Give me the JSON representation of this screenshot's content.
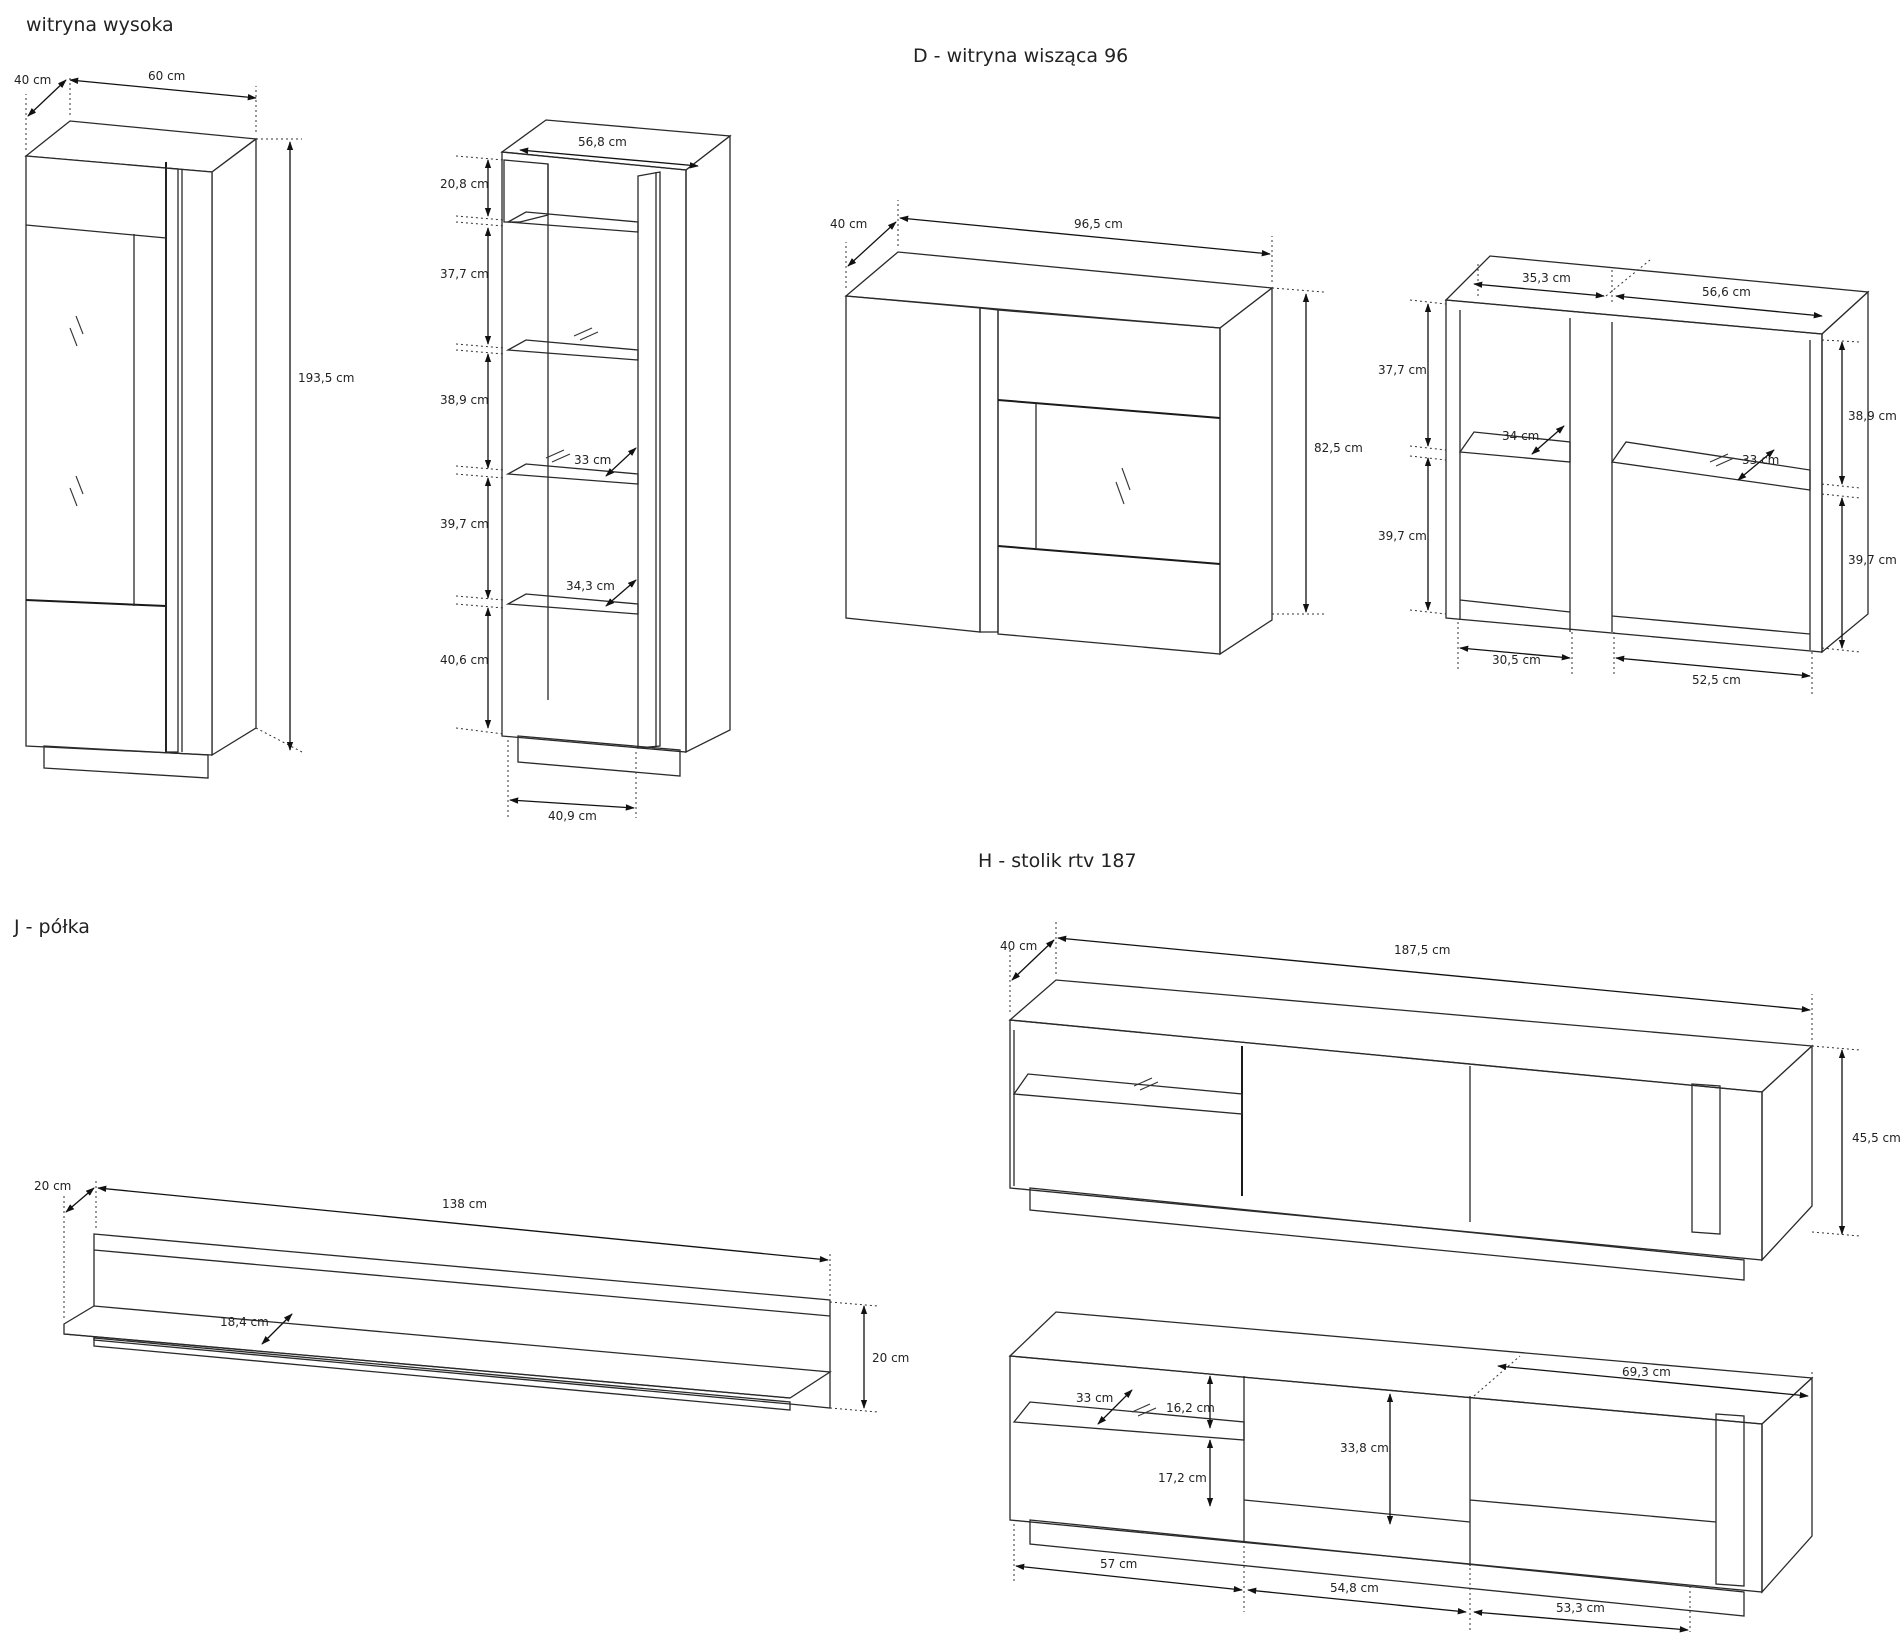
{
  "titles": {
    "tall": "witryna wysoka",
    "d": "D - witryna wisząca 96",
    "h": "H - stolik rtv 187",
    "j": "J - półka"
  },
  "dims": {
    "tall_depth": "40 cm",
    "tall_width": "60 cm",
    "tall_height": "193,5 cm",
    "tall_inner_width": "56,8 cm",
    "tall_s1": "20,8 cm",
    "tall_s2": "37,7 cm",
    "tall_s3": "38,9 cm",
    "tall_s4": "39,7 cm",
    "tall_s5": "40,6 cm",
    "tall_shelf_depth1": "33 cm",
    "tall_shelf_depth2": "34,3 cm",
    "tall_bottom_width": "40,9 cm",
    "d_depth": "40 cm",
    "d_width": "96,5 cm",
    "d_height": "82,5 cm",
    "d_top_left": "35,3 cm",
    "d_top_right": "56,6 cm",
    "d_left_upper": "37,7 cm",
    "d_left_lower": "39,7 cm",
    "d_right_upper": "38,9 cm",
    "d_right_lower": "39,7 cm",
    "d_shelf_left": "34 cm",
    "d_shelf_right": "33 cm",
    "d_bottom_left": "30,5 cm",
    "d_bottom_right": "52,5 cm",
    "h_depth": "40 cm",
    "h_width": "187,5 cm",
    "h_height": "45,5 cm",
    "h_top_right": "69,3 cm",
    "h_shelf_depth": "33 cm",
    "h_upper": "16,2 cm",
    "h_lower": "17,2 cm",
    "h_mid_height": "33,8 cm",
    "h_bottom_1": "57 cm",
    "h_bottom_2": "54,8 cm",
    "h_bottom_3": "53,3 cm",
    "j_depth": "20 cm",
    "j_width": "138 cm",
    "j_shelf_depth": "18,4 cm",
    "j_height": "20 cm"
  }
}
